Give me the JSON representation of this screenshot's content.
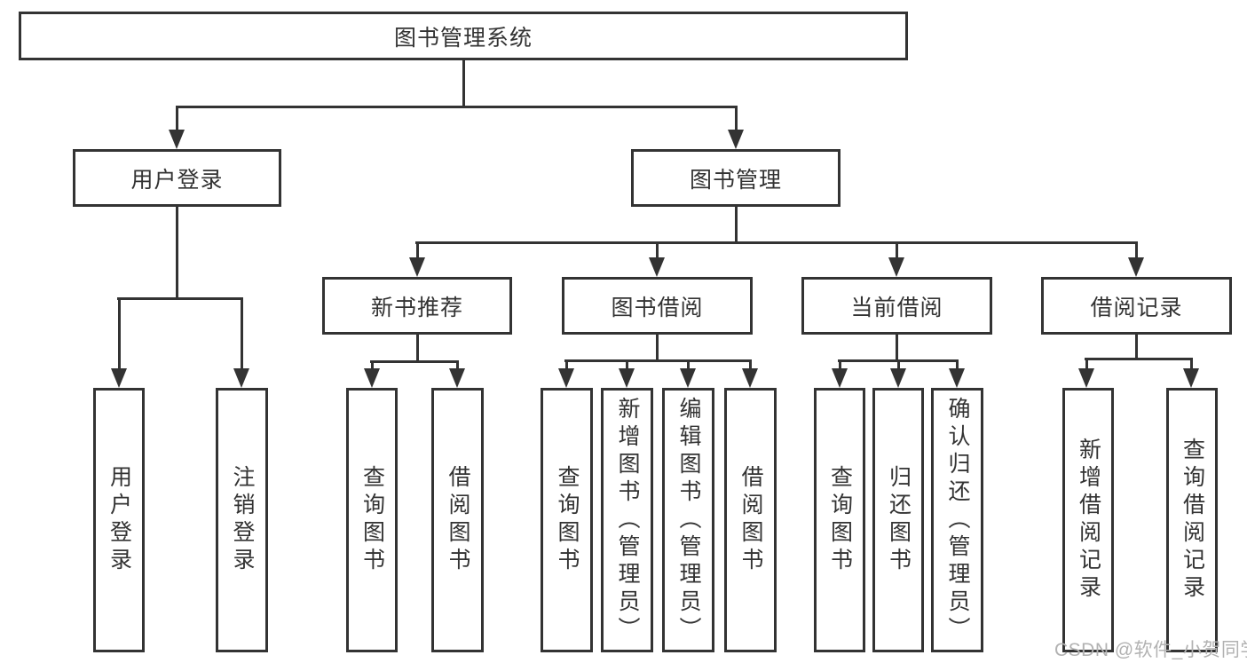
{
  "tree": {
    "label": "图书管理系统",
    "children": [
      {
        "label": "用户登录",
        "children": [
          {
            "label": "用户登录"
          },
          {
            "label": "注销登录"
          }
        ]
      },
      {
        "label": "图书管理",
        "children": [
          {
            "label": "新书推荐",
            "children": [
              {
                "label": "查询图书"
              },
              {
                "label": "借阅图书"
              }
            ]
          },
          {
            "label": "图书借阅",
            "children": [
              {
                "label": "查询图书"
              },
              {
                "label": "新增图书（管理员）"
              },
              {
                "label": "编辑图书（管理员）"
              },
              {
                "label": "借阅图书"
              }
            ]
          },
          {
            "label": "当前借阅",
            "children": [
              {
                "label": "查询图书"
              },
              {
                "label": "归还图书"
              },
              {
                "label": "确认归还（管理员）"
              }
            ]
          },
          {
            "label": "借阅记录",
            "children": [
              {
                "label": "新增借阅记录"
              },
              {
                "label": "查询借阅记录"
              }
            ]
          }
        ]
      }
    ]
  },
  "watermark": {
    "text": "CSDN @软件_小贺同学"
  },
  "colors": {
    "line": "#333333",
    "text": "#333333",
    "watermark_gray": "#b2b2b2",
    "background": "#ffffff"
  }
}
